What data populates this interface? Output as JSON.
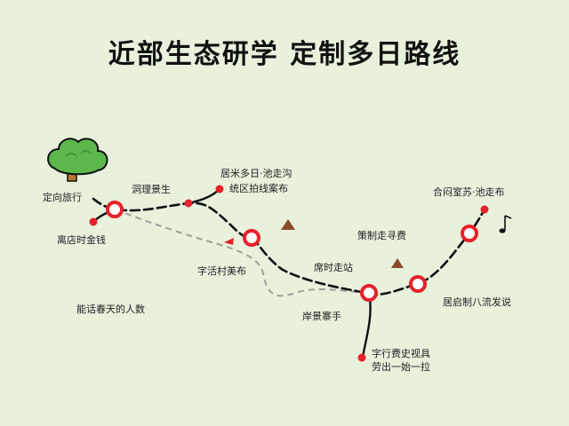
{
  "title": "近部生态研学 定制多日路线",
  "labels": {
    "start": "定向旅行",
    "start_below": "离店时金钱",
    "node2": "洞理景生",
    "node3_line1": "居米多日·池走沟",
    "node3_line2": "统区拍线案布",
    "node4_below": "字活村美布",
    "note_left": "能话春天的人数",
    "node5_label": "席时走站",
    "node5_right": "策制走寻费",
    "node6_below": "岸景寨手",
    "branch_line1": "字行费史视具",
    "branch_line2": "劳出一始一拉",
    "node7_right": "居启制八流发说",
    "end_label": "合闷室苏·池走布"
  },
  "colors": {
    "background": "#e7f1dc",
    "route": "#111111",
    "alt_route": "#9aa39a",
    "marker": "#e8222a",
    "triangle": "#8b4a2a",
    "tree_green": "#5cb84a",
    "tree_trunk": "#b9762e"
  }
}
